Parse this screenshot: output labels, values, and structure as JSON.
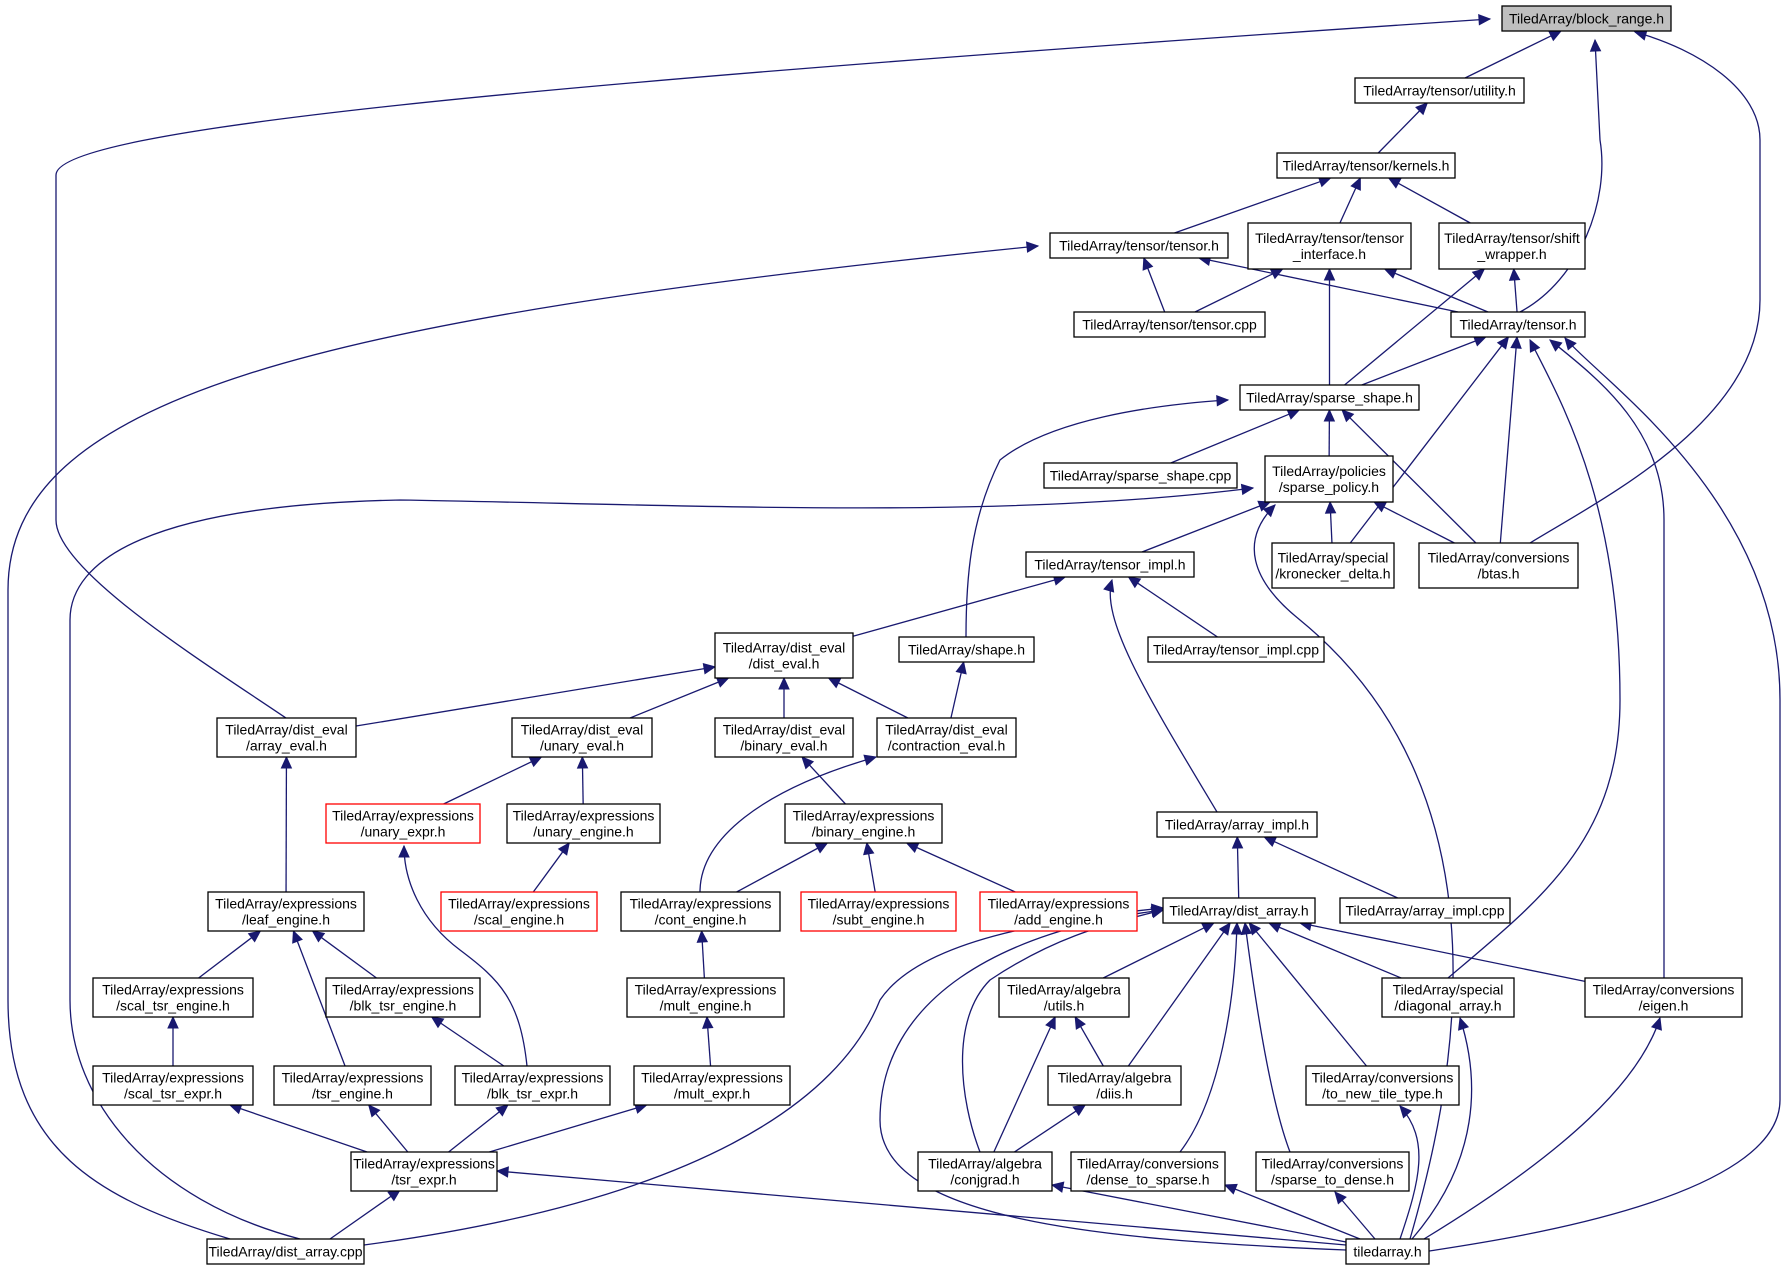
{
  "graph": {
    "title": "Include dependency graph for TiledArray/block_range.h",
    "edge_color": "#191970",
    "root_fill": "#bfbfbf",
    "incomplete_border_color": "#ff0000",
    "nodes": [
      {
        "id": "block_range",
        "lines": [
          "TiledArray/block_range.h"
        ],
        "root": true
      },
      {
        "id": "tensor_utility",
        "lines": [
          "TiledArray/tensor/utility.h"
        ]
      },
      {
        "id": "tensor_kernels",
        "lines": [
          "TiledArray/tensor/kernels.h"
        ]
      },
      {
        "id": "tensor_tensor_h",
        "lines": [
          "TiledArray/tensor/tensor.h"
        ]
      },
      {
        "id": "tensor_interface",
        "lines": [
          "TiledArray/tensor/tensor",
          "_interface.h"
        ]
      },
      {
        "id": "shift_wrapper",
        "lines": [
          "TiledArray/tensor/shift",
          "_wrapper.h"
        ]
      },
      {
        "id": "tensor_tensor_cpp",
        "lines": [
          "TiledArray/tensor/tensor.cpp"
        ]
      },
      {
        "id": "tensor_h",
        "lines": [
          "TiledArray/tensor.h"
        ]
      },
      {
        "id": "sparse_shape_h",
        "lines": [
          "TiledArray/sparse_shape.h"
        ]
      },
      {
        "id": "sparse_shape_cpp",
        "lines": [
          "TiledArray/sparse_shape.cpp"
        ]
      },
      {
        "id": "sparse_policy",
        "lines": [
          "TiledArray/policies",
          "/sparse_policy.h"
        ]
      },
      {
        "id": "tensor_impl_h",
        "lines": [
          "TiledArray/tensor_impl.h"
        ]
      },
      {
        "id": "kronecker_delta",
        "lines": [
          "TiledArray/special",
          "/kronecker_delta.h"
        ]
      },
      {
        "id": "btas",
        "lines": [
          "TiledArray/conversions",
          "/btas.h"
        ]
      },
      {
        "id": "dist_eval",
        "lines": [
          "TiledArray/dist_eval",
          "/dist_eval.h"
        ]
      },
      {
        "id": "shape_h",
        "lines": [
          "TiledArray/shape.h"
        ]
      },
      {
        "id": "tensor_impl_cpp",
        "lines": [
          "TiledArray/tensor_impl.cpp"
        ]
      },
      {
        "id": "array_eval",
        "lines": [
          "TiledArray/dist_eval",
          "/array_eval.h"
        ]
      },
      {
        "id": "unary_eval",
        "lines": [
          "TiledArray/dist_eval",
          "/unary_eval.h"
        ]
      },
      {
        "id": "binary_eval",
        "lines": [
          "TiledArray/dist_eval",
          "/binary_eval.h"
        ]
      },
      {
        "id": "contraction_eval",
        "lines": [
          "TiledArray/dist_eval",
          "/contraction_eval.h"
        ]
      },
      {
        "id": "array_impl_h",
        "lines": [
          "TiledArray/array_impl.h"
        ]
      },
      {
        "id": "unary_expr",
        "lines": [
          "TiledArray/expressions",
          "/unary_expr.h"
        ],
        "incomplete": true
      },
      {
        "id": "unary_engine",
        "lines": [
          "TiledArray/expressions",
          "/unary_engine.h"
        ]
      },
      {
        "id": "binary_engine",
        "lines": [
          "TiledArray/expressions",
          "/binary_engine.h"
        ]
      },
      {
        "id": "leaf_engine",
        "lines": [
          "TiledArray/expressions",
          "/leaf_engine.h"
        ]
      },
      {
        "id": "scal_engine",
        "lines": [
          "TiledArray/expressions",
          "/scal_engine.h"
        ],
        "incomplete": true
      },
      {
        "id": "cont_engine",
        "lines": [
          "TiledArray/expressions",
          "/cont_engine.h"
        ]
      },
      {
        "id": "subt_engine",
        "lines": [
          "TiledArray/expressions",
          "/subt_engine.h"
        ],
        "incomplete": true
      },
      {
        "id": "add_engine",
        "lines": [
          "TiledArray/expressions",
          "/add_engine.h"
        ],
        "incomplete": true
      },
      {
        "id": "dist_array_h",
        "lines": [
          "TiledArray/dist_array.h"
        ]
      },
      {
        "id": "array_impl_cpp",
        "lines": [
          "TiledArray/array_impl.cpp"
        ]
      },
      {
        "id": "scal_tsr_engine",
        "lines": [
          "TiledArray/expressions",
          "/scal_tsr_engine.h"
        ]
      },
      {
        "id": "blk_tsr_engine",
        "lines": [
          "TiledArray/expressions",
          "/blk_tsr_engine.h"
        ]
      },
      {
        "id": "mult_engine",
        "lines": [
          "TiledArray/expressions",
          "/mult_engine.h"
        ]
      },
      {
        "id": "algebra_utils",
        "lines": [
          "TiledArray/algebra",
          "/utils.h"
        ]
      },
      {
        "id": "diagonal_array",
        "lines": [
          "TiledArray/special",
          "/diagonal_array.h"
        ]
      },
      {
        "id": "eigen",
        "lines": [
          "TiledArray/conversions",
          "/eigen.h"
        ]
      },
      {
        "id": "scal_tsr_expr",
        "lines": [
          "TiledArray/expressions",
          "/scal_tsr_expr.h"
        ]
      },
      {
        "id": "tsr_engine",
        "lines": [
          "TiledArray/expressions",
          "/tsr_engine.h"
        ]
      },
      {
        "id": "blk_tsr_expr",
        "lines": [
          "TiledArray/expressions",
          "/blk_tsr_expr.h"
        ]
      },
      {
        "id": "mult_expr",
        "lines": [
          "TiledArray/expressions",
          "/mult_expr.h"
        ]
      },
      {
        "id": "diis",
        "lines": [
          "TiledArray/algebra",
          "/diis.h"
        ]
      },
      {
        "id": "to_new_tile_type",
        "lines": [
          "TiledArray/conversions",
          "/to_new_tile_type.h"
        ]
      },
      {
        "id": "tsr_expr",
        "lines": [
          "TiledArray/expressions",
          "/tsr_expr.h"
        ]
      },
      {
        "id": "conjgrad",
        "lines": [
          "TiledArray/algebra",
          "/conjgrad.h"
        ]
      },
      {
        "id": "dense_to_sparse",
        "lines": [
          "TiledArray/conversions",
          "/dense_to_sparse.h"
        ]
      },
      {
        "id": "sparse_to_dense",
        "lines": [
          "TiledArray/conversions",
          "/sparse_to_dense.h"
        ]
      },
      {
        "id": "dist_array_cpp",
        "lines": [
          "TiledArray/dist_array.cpp"
        ]
      },
      {
        "id": "tiledarray_h",
        "lines": [
          "tiledarray.h"
        ]
      }
    ],
    "edges": [
      [
        "array_eval",
        "block_range"
      ],
      [
        "tensor_utility",
        "block_range"
      ],
      [
        "tensor_h",
        "block_range"
      ],
      [
        "btas",
        "block_range"
      ],
      [
        "tensor_kernels",
        "tensor_utility"
      ],
      [
        "tensor_tensor_h",
        "tensor_kernels"
      ],
      [
        "tensor_interface",
        "tensor_kernels"
      ],
      [
        "shift_wrapper",
        "tensor_kernels"
      ],
      [
        "tensor_tensor_cpp",
        "tensor_tensor_h"
      ],
      [
        "tensor_h",
        "tensor_tensor_h"
      ],
      [
        "dist_array_cpp",
        "tensor_tensor_h"
      ],
      [
        "tensor_tensor_cpp",
        "tensor_interface"
      ],
      [
        "tensor_h",
        "tensor_interface"
      ],
      [
        "sparse_shape_h",
        "tensor_interface"
      ],
      [
        "tensor_h",
        "shift_wrapper"
      ],
      [
        "sparse_shape_h",
        "shift_wrapper"
      ],
      [
        "sparse_shape_h",
        "tensor_h"
      ],
      [
        "kronecker_delta",
        "tensor_h"
      ],
      [
        "btas",
        "tensor_h"
      ],
      [
        "diagonal_array",
        "tensor_h"
      ],
      [
        "eigen",
        "tensor_h"
      ],
      [
        "tiledarray_h",
        "tensor_h"
      ],
      [
        "sparse_shape_cpp",
        "sparse_shape_h"
      ],
      [
        "sparse_policy",
        "sparse_shape_h"
      ],
      [
        "btas",
        "sparse_shape_h"
      ],
      [
        "shape_h",
        "sparse_shape_h"
      ],
      [
        "tensor_impl_h",
        "sparse_policy"
      ],
      [
        "kronecker_delta",
        "sparse_policy"
      ],
      [
        "btas",
        "sparse_policy"
      ],
      [
        "dist_array_cpp",
        "sparse_policy"
      ],
      [
        "tiledarray_h",
        "sparse_policy"
      ],
      [
        "dist_eval",
        "tensor_impl_h"
      ],
      [
        "tensor_impl_cpp",
        "tensor_impl_h"
      ],
      [
        "array_impl_h",
        "tensor_impl_h"
      ],
      [
        "array_eval",
        "dist_eval"
      ],
      [
        "unary_eval",
        "dist_eval"
      ],
      [
        "binary_eval",
        "dist_eval"
      ],
      [
        "contraction_eval",
        "dist_eval"
      ],
      [
        "contraction_eval",
        "shape_h"
      ],
      [
        "leaf_engine",
        "array_eval"
      ],
      [
        "unary_expr",
        "unary_eval"
      ],
      [
        "unary_engine",
        "unary_eval"
      ],
      [
        "binary_engine",
        "binary_eval"
      ],
      [
        "cont_engine",
        "contraction_eval"
      ],
      [
        "dist_array_h",
        "array_impl_h"
      ],
      [
        "array_impl_cpp",
        "array_impl_h"
      ],
      [
        "blk_tsr_expr",
        "unary_expr"
      ],
      [
        "scal_engine",
        "unary_engine"
      ],
      [
        "cont_engine",
        "binary_engine"
      ],
      [
        "subt_engine",
        "binary_engine"
      ],
      [
        "add_engine",
        "binary_engine"
      ],
      [
        "scal_tsr_engine",
        "leaf_engine"
      ],
      [
        "tsr_engine",
        "leaf_engine"
      ],
      [
        "blk_tsr_engine",
        "leaf_engine"
      ],
      [
        "mult_engine",
        "cont_engine"
      ],
      [
        "scal_tsr_expr",
        "scal_tsr_engine"
      ],
      [
        "blk_tsr_expr",
        "blk_tsr_engine"
      ],
      [
        "mult_expr",
        "mult_engine"
      ],
      [
        "tsr_expr",
        "scal_tsr_expr"
      ],
      [
        "tsr_expr",
        "tsr_engine"
      ],
      [
        "tsr_expr",
        "blk_tsr_expr"
      ],
      [
        "tsr_expr",
        "mult_expr"
      ],
      [
        "dist_array_cpp",
        "tsr_expr"
      ],
      [
        "tiledarray_h",
        "tsr_expr"
      ],
      [
        "algebra_utils",
        "dist_array_h"
      ],
      [
        "diagonal_array",
        "dist_array_h"
      ],
      [
        "eigen",
        "dist_array_h"
      ],
      [
        "diis",
        "dist_array_h"
      ],
      [
        "to_new_tile_type",
        "dist_array_h"
      ],
      [
        "conjgrad",
        "dist_array_h"
      ],
      [
        "dense_to_sparse",
        "dist_array_h"
      ],
      [
        "sparse_to_dense",
        "dist_array_h"
      ],
      [
        "dist_array_cpp",
        "dist_array_h"
      ],
      [
        "tiledarray_h",
        "dist_array_h"
      ],
      [
        "conjgrad",
        "algebra_utils"
      ],
      [
        "diis",
        "algebra_utils"
      ],
      [
        "conjgrad",
        "diis"
      ],
      [
        "tiledarray_h",
        "conjgrad"
      ],
      [
        "tiledarray_h",
        "dense_to_sparse"
      ],
      [
        "tiledarray_h",
        "sparse_to_dense"
      ],
      [
        "tiledarray_h",
        "to_new_tile_type"
      ],
      [
        "tiledarray_h",
        "diagonal_array"
      ],
      [
        "tiledarray_h",
        "eigen"
      ]
    ]
  }
}
